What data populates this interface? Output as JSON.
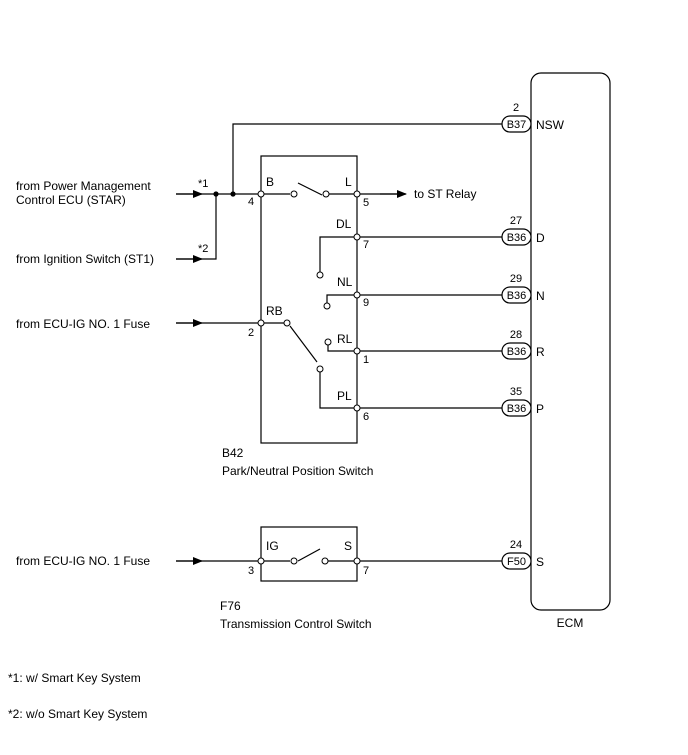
{
  "ecm": {
    "label": "ECM"
  },
  "switches": {
    "pnp": {
      "code": "B42",
      "name": "Park/Neutral Position Switch"
    },
    "tcs": {
      "code": "F76",
      "name": "Transmission Control Switch"
    }
  },
  "sources": {
    "power_mgmt_line1": "from Power Management",
    "power_mgmt_line2": "Control ECU (STAR)",
    "ignition": "from Ignition Switch (ST1)",
    "ecu_ig_1": "from ECU-IG NO. 1 Fuse",
    "ecu_ig_2": "from ECU-IG NO. 1 Fuse"
  },
  "destinations": {
    "st_relay": "to ST Relay"
  },
  "markers": {
    "m1": "*1",
    "m2": "*2"
  },
  "pnp_terminals": {
    "B": "B",
    "L": "L",
    "DL": "DL",
    "NL": "NL",
    "RB": "RB",
    "RL": "RL",
    "PL": "PL",
    "pin4": "4",
    "pin5": "5",
    "pin7": "7",
    "pin9": "9",
    "pin2": "2",
    "pin1": "1",
    "pin6": "6"
  },
  "tcs_terminals": {
    "IG": "IG",
    "S": "S",
    "pin3": "3",
    "pin7": "7"
  },
  "ecm_pins": [
    {
      "pin": "2",
      "connector": "B37",
      "signal": "NSW"
    },
    {
      "pin": "27",
      "connector": "B36",
      "signal": "D"
    },
    {
      "pin": "29",
      "connector": "B36",
      "signal": "N"
    },
    {
      "pin": "28",
      "connector": "B36",
      "signal": "R"
    },
    {
      "pin": "35",
      "connector": "B36",
      "signal": "P"
    },
    {
      "pin": "24",
      "connector": "F50",
      "signal": "S"
    }
  ],
  "notes": {
    "n1": "*1: w/ Smart Key System",
    "n2": "*2: w/o Smart Key System"
  }
}
